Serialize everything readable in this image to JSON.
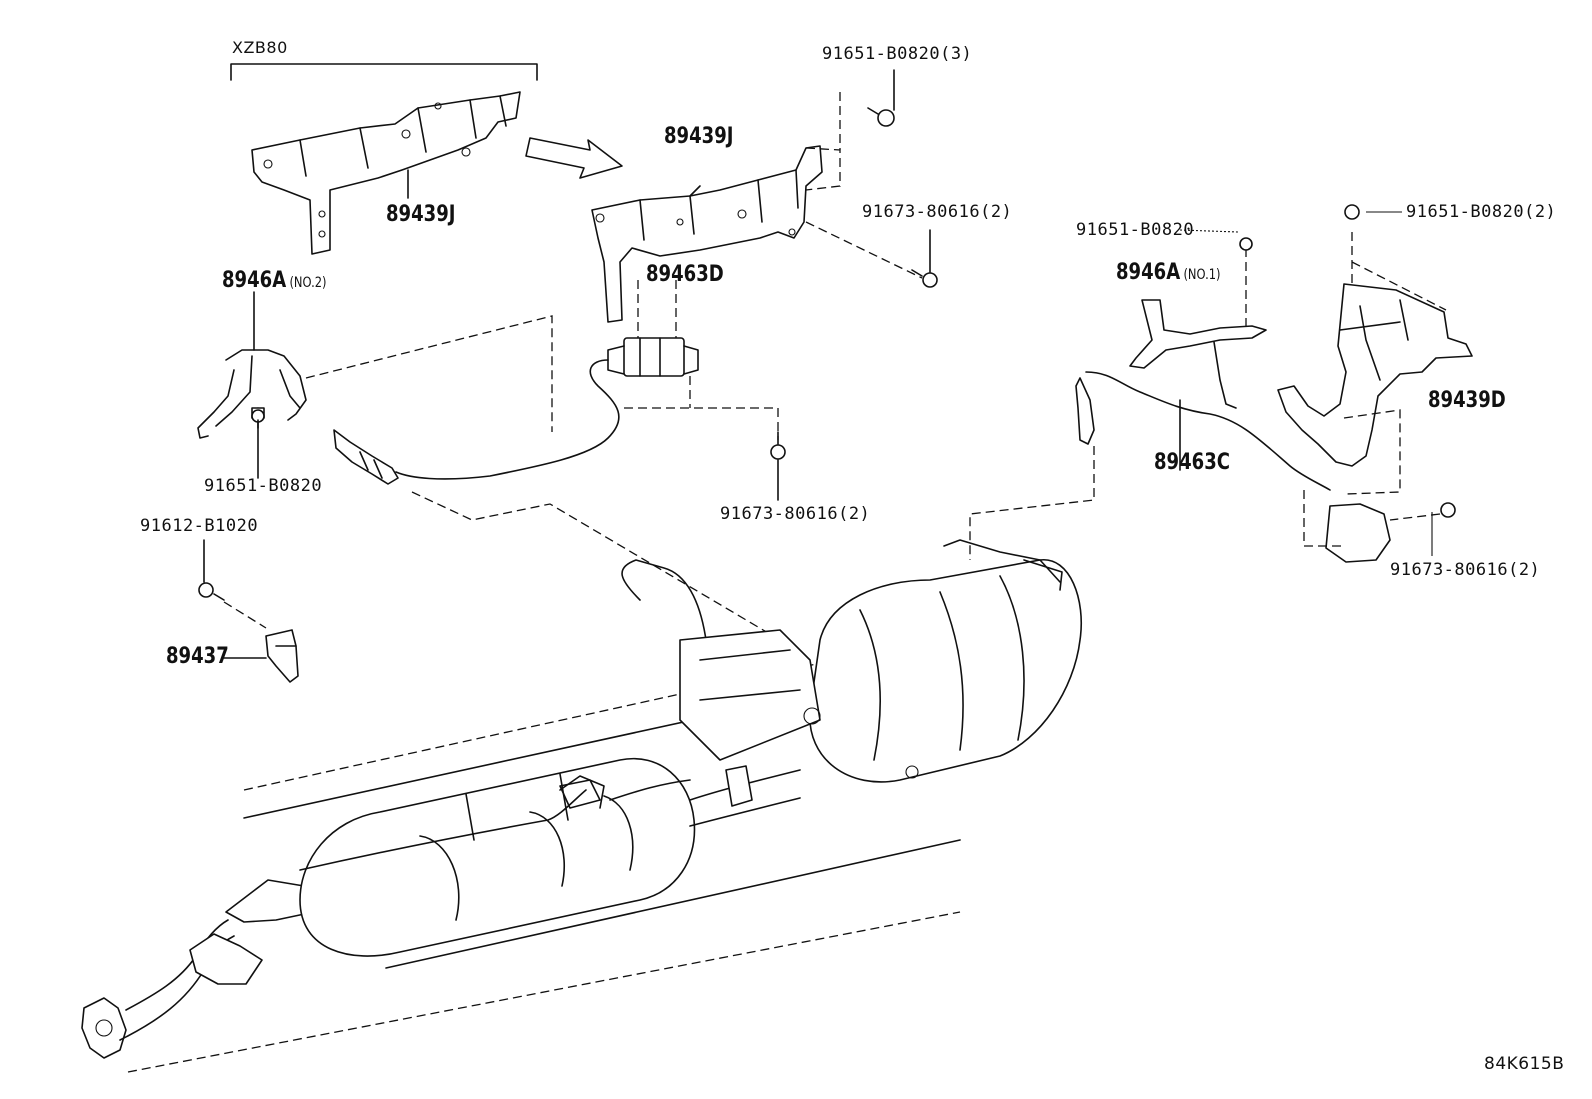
{
  "diagram_code": "84K615B",
  "callouts": {
    "xzb80": "XZB80",
    "p89439j_left": "89439J",
    "p89439j_center": "89439J",
    "p89463d": "89463D",
    "p8946a_no2": "8946A",
    "p8946a_no2_suffix": "(NO.2)",
    "p8946a_no1": "8946A",
    "p8946a_no1_suffix": "(NO.1)",
    "p89463c": "89463C",
    "p89439d": "89439D",
    "p89437": "89437",
    "b91651_b0820_3": "91651-B0820(3)",
    "b91673_80616_2_top": "91673-80616(2)",
    "b91651_b0820_mid": "91651-B0820",
    "b91651_b0820_2": "91651-B0820(2)",
    "b91651_b0820_left": "91651-B0820",
    "b91673_80616_2_center": "91673-80616(2)",
    "b91612_b1020": "91612-B1020",
    "b91673_80616_2_right": "91673-80616(2)"
  }
}
